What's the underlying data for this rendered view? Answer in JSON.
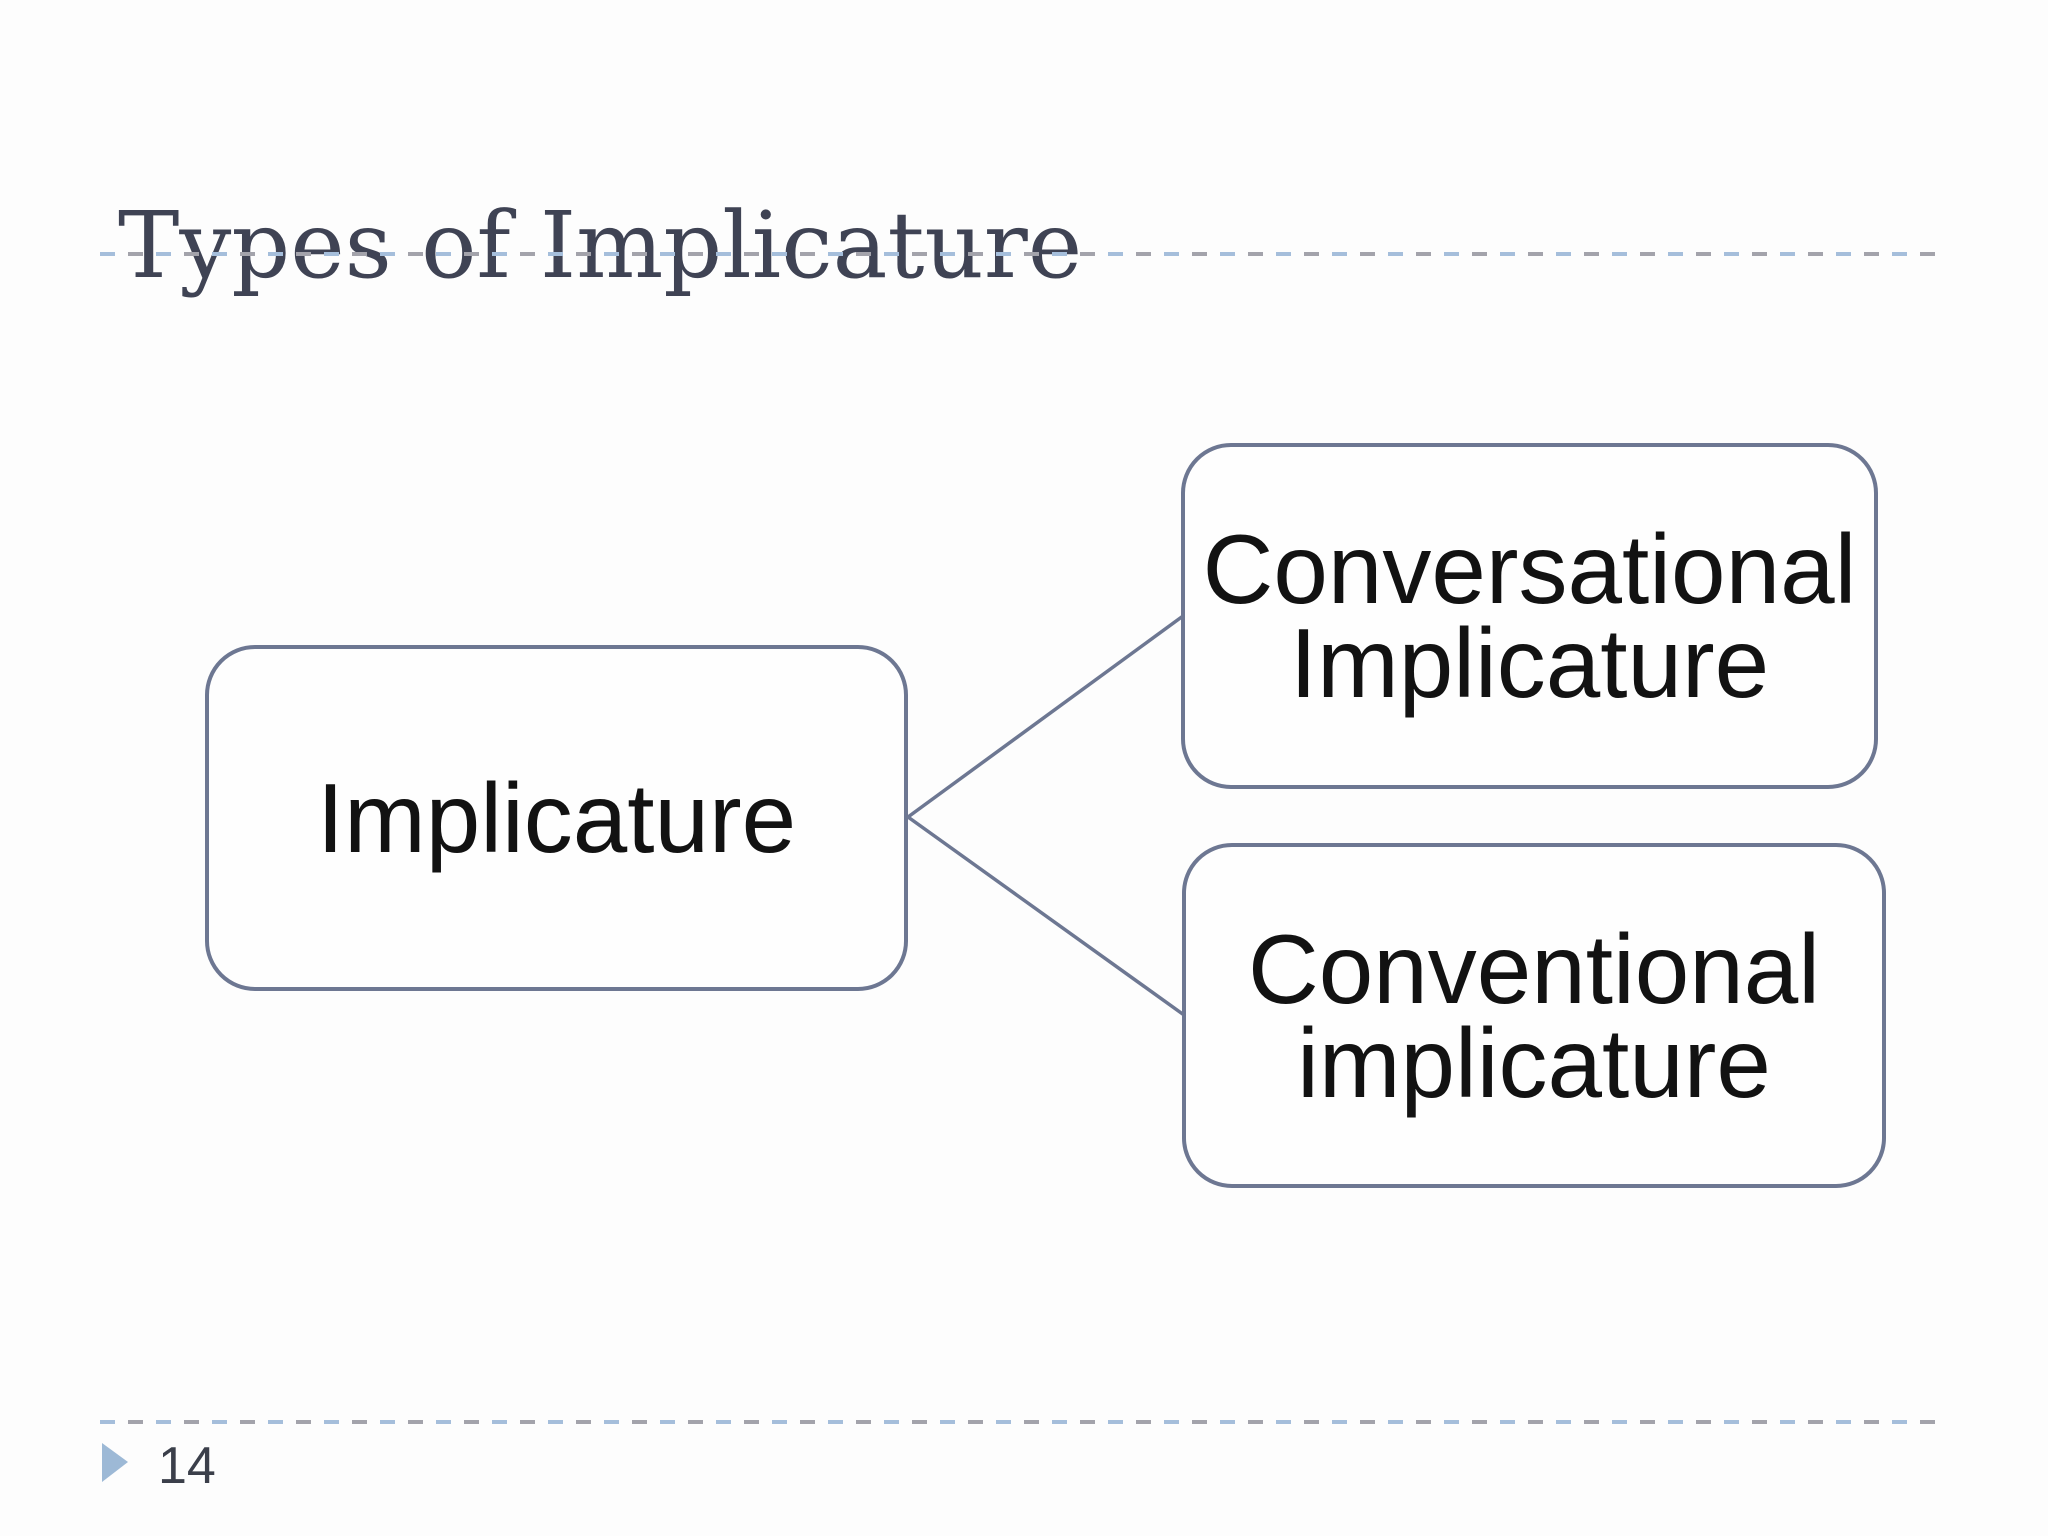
{
  "slide": {
    "title": "Types of Implicature",
    "footer": {
      "page_number": "14"
    }
  },
  "diagram": {
    "type": "hierarchy",
    "root": {
      "label": "Implicature"
    },
    "branches": [
      {
        "line1": "Conversational",
        "line2": "Implicature"
      },
      {
        "line1": "Conventional",
        "line2": "implicature"
      }
    ]
  },
  "colors": {
    "slide_background": "#fdfdfd",
    "title_text": "#3f4354",
    "box_border": "#6d7792",
    "box_fill": "#fefefe",
    "box_text": "#121212",
    "connector": "#6d7792",
    "dash_blue": "#a5bedb",
    "dash_gray": "#a3a3ab",
    "page_marker_triangle": "#9db9d6",
    "page_number_text": "#3b3f4a"
  }
}
